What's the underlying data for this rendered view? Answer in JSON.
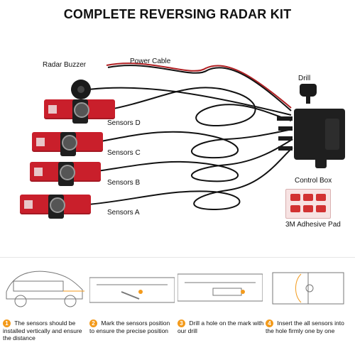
{
  "title": "COMPLETE REVERSING RADAR KIT",
  "labels": {
    "radar_buzzer": "Radar Buzzer",
    "power_cable": "Power Cable",
    "drill": "Drill",
    "sensors_d": "Sensors D",
    "sensors_c": "Sensors C",
    "sensors_b": "Sensors B",
    "sensors_a": "Sensors A",
    "control_box": "Control Box",
    "adhesive_pad": "3M Adhesive Pad"
  },
  "steps": [
    {
      "num": "1",
      "text": "The sensors should be installed vertically and ensure the distance"
    },
    {
      "num": "2",
      "text": "Mark the sensors position to ensure the precise position"
    },
    {
      "num": "3",
      "text": "Drill a hole on the mark with our drill"
    },
    {
      "num": "4",
      "text": "Insert  the all sensors into the hole firmly one by one"
    }
  ],
  "colors": {
    "accent_orange": "#f39a1b",
    "pad_red": "#c91f2b",
    "device_black": "#1f1f1f"
  }
}
